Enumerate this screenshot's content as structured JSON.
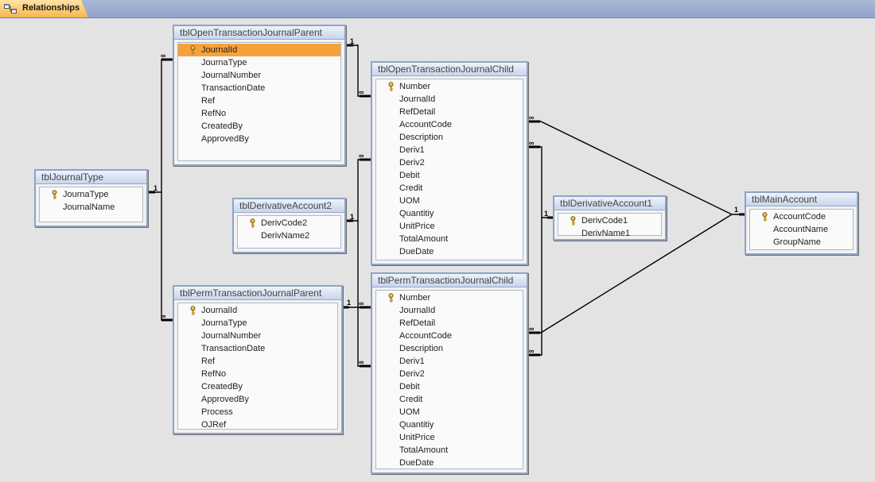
{
  "tab": {
    "label": "Relationships"
  },
  "tables": {
    "open_parent": {
      "title": "tblOpenTransactionJournalParent",
      "fields": [
        "JournalId",
        "JournaType",
        "JournalNumber",
        "TransactionDate",
        "Ref",
        "RefNo",
        "CreatedBy",
        "ApprovedBy"
      ],
      "keys": [
        0
      ],
      "selected": 0
    },
    "journal_type": {
      "title": "tblJournalType",
      "fields": [
        "JournaType",
        "JournalName"
      ],
      "keys": [
        0
      ]
    },
    "deriv2": {
      "title": "tblDerivativeAccount2",
      "fields": [
        "DerivCode2",
        "DerivName2"
      ],
      "keys": [
        0
      ]
    },
    "perm_parent": {
      "title": "tblPermTransactionJournalParent",
      "fields": [
        "JournalId",
        "JournaType",
        "JournalNumber",
        "TransactionDate",
        "Ref",
        "RefNo",
        "CreatedBy",
        "ApprovedBy",
        "Process",
        "OJRef"
      ],
      "keys": [
        0
      ]
    },
    "open_child": {
      "title": "tblOpenTransactionJournalChild",
      "fields": [
        "Number",
        "JournalId",
        "RefDetail",
        "AccountCode",
        "Description",
        "Deriv1",
        "Deriv2",
        "Debit",
        "Credit",
        "UOM",
        "Quantitiy",
        "UnitPrice",
        "TotalAmount",
        "DueDate"
      ],
      "keys": [
        0
      ]
    },
    "perm_child": {
      "title": "tblPermTransactionJournalChild",
      "fields": [
        "Number",
        "JournalId",
        "RefDetail",
        "AccountCode",
        "Description",
        "Deriv1",
        "Deriv2",
        "Debit",
        "Credit",
        "UOM",
        "Quantitiy",
        "UnitPrice",
        "TotalAmount",
        "DueDate"
      ],
      "keys": [
        0
      ]
    },
    "deriv1": {
      "title": "tblDerivativeAccount1",
      "fields": [
        "DerivCode1",
        "DerivName1"
      ],
      "keys": [
        0
      ]
    },
    "main_account": {
      "title": "tblMainAccount",
      "fields": [
        "AccountCode",
        "AccountName",
        "GroupName"
      ],
      "keys": [
        0
      ]
    }
  },
  "cardinality": {
    "one": "1",
    "many": "∞"
  }
}
